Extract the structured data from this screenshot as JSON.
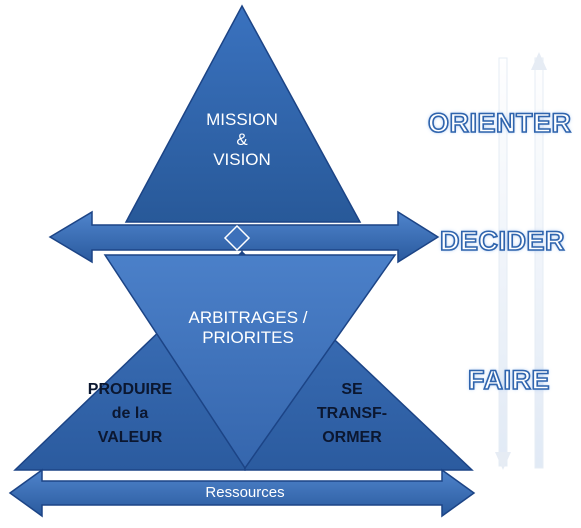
{
  "diagram": {
    "top_triangle": {
      "lines": [
        "MISSION",
        "&",
        "VISION"
      ]
    },
    "center": {
      "lines": [
        "ARBITRAGES /",
        "PRIORITES"
      ]
    },
    "left": {
      "lines": [
        "PRODUIRE",
        "de la",
        "VALEUR"
      ]
    },
    "right": {
      "lines": [
        "SE",
        "TRANSF-",
        "ORMER"
      ]
    },
    "bottom_arrow": {
      "label": "Ressources"
    }
  },
  "side_labels": {
    "orienter": "ORIENTER",
    "decider": "DECIDER",
    "faire": "FAIRE"
  },
  "colors": {
    "fill_dark": "#2d5ea6",
    "fill_light": "#4a7fc8",
    "edge": "#1c4486",
    "accent": "#2f64ad"
  }
}
